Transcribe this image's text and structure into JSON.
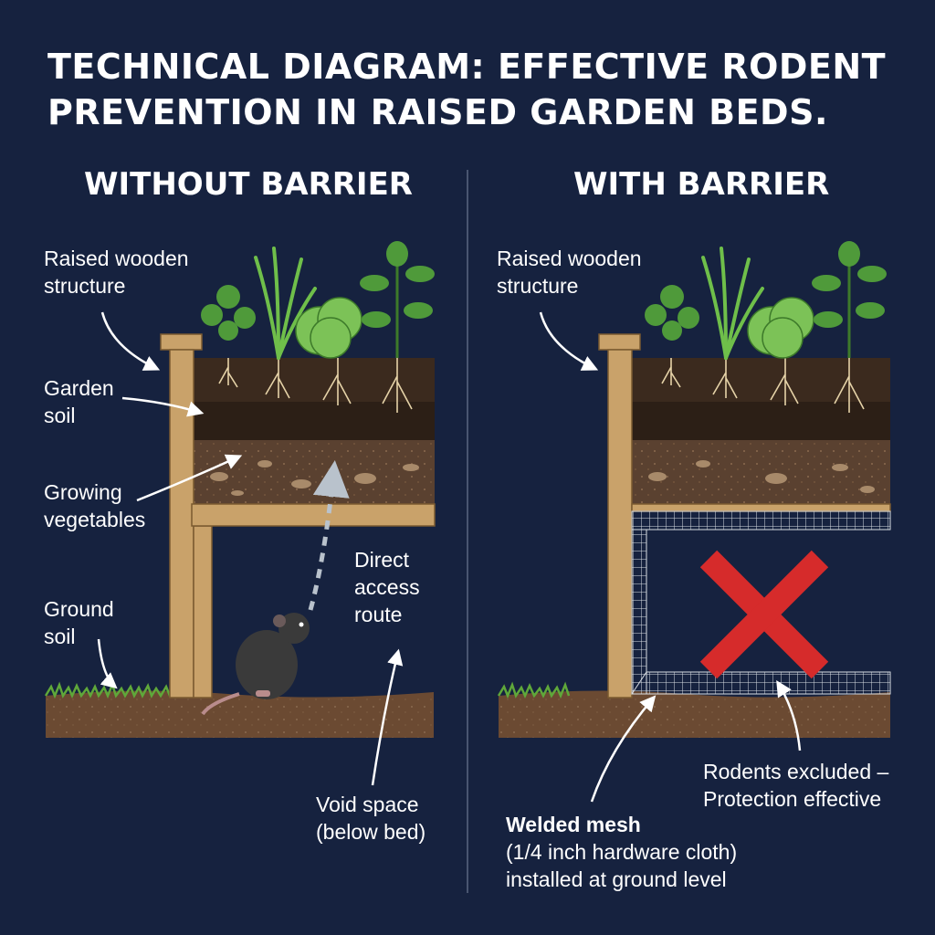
{
  "header": {
    "title_line1": "TECHNICAL DIAGRAM: EFFECTIVE RODENT",
    "title_line2": "PREVENTION IN RAISED GARDEN BEDS."
  },
  "left_panel": {
    "heading": "WITHOUT BARRIER",
    "labels": {
      "structure": [
        "Raised wooden",
        "structure"
      ],
      "garden_soil": [
        "Garden",
        "soil"
      ],
      "vegetables": [
        "Growing",
        "vegetables"
      ],
      "ground_soil": [
        "Ground",
        "soil"
      ],
      "access_route": [
        "Direct",
        "access",
        "route"
      ],
      "void_space": [
        "Void space",
        "(below bed)"
      ]
    }
  },
  "right_panel": {
    "heading": "WITH BARRIER",
    "labels": {
      "structure": [
        "Raised wooden",
        "structure"
      ],
      "mesh_title": "Welded mesh",
      "mesh_detail": [
        "(1/4 inch hardware cloth)",
        "installed at ground level"
      ],
      "excluded": [
        "Rodents excluded –",
        "Protection effective"
      ]
    }
  },
  "colors": {
    "background": "#16223f",
    "wood": "#c9a26a",
    "soil_top": "#3b2a1e",
    "soil_mid": "#2c1f16",
    "soil_low": "#5a4130",
    "ground": "#6b4a32",
    "grass": "#5fa83a",
    "leaf": "#4f9a3a",
    "mesh": "#d8dde3",
    "cross": "#d62b2b",
    "arrow": "#ffffff",
    "route_arrow": "#b9c2cc",
    "rodent": "#3a3a3a"
  }
}
